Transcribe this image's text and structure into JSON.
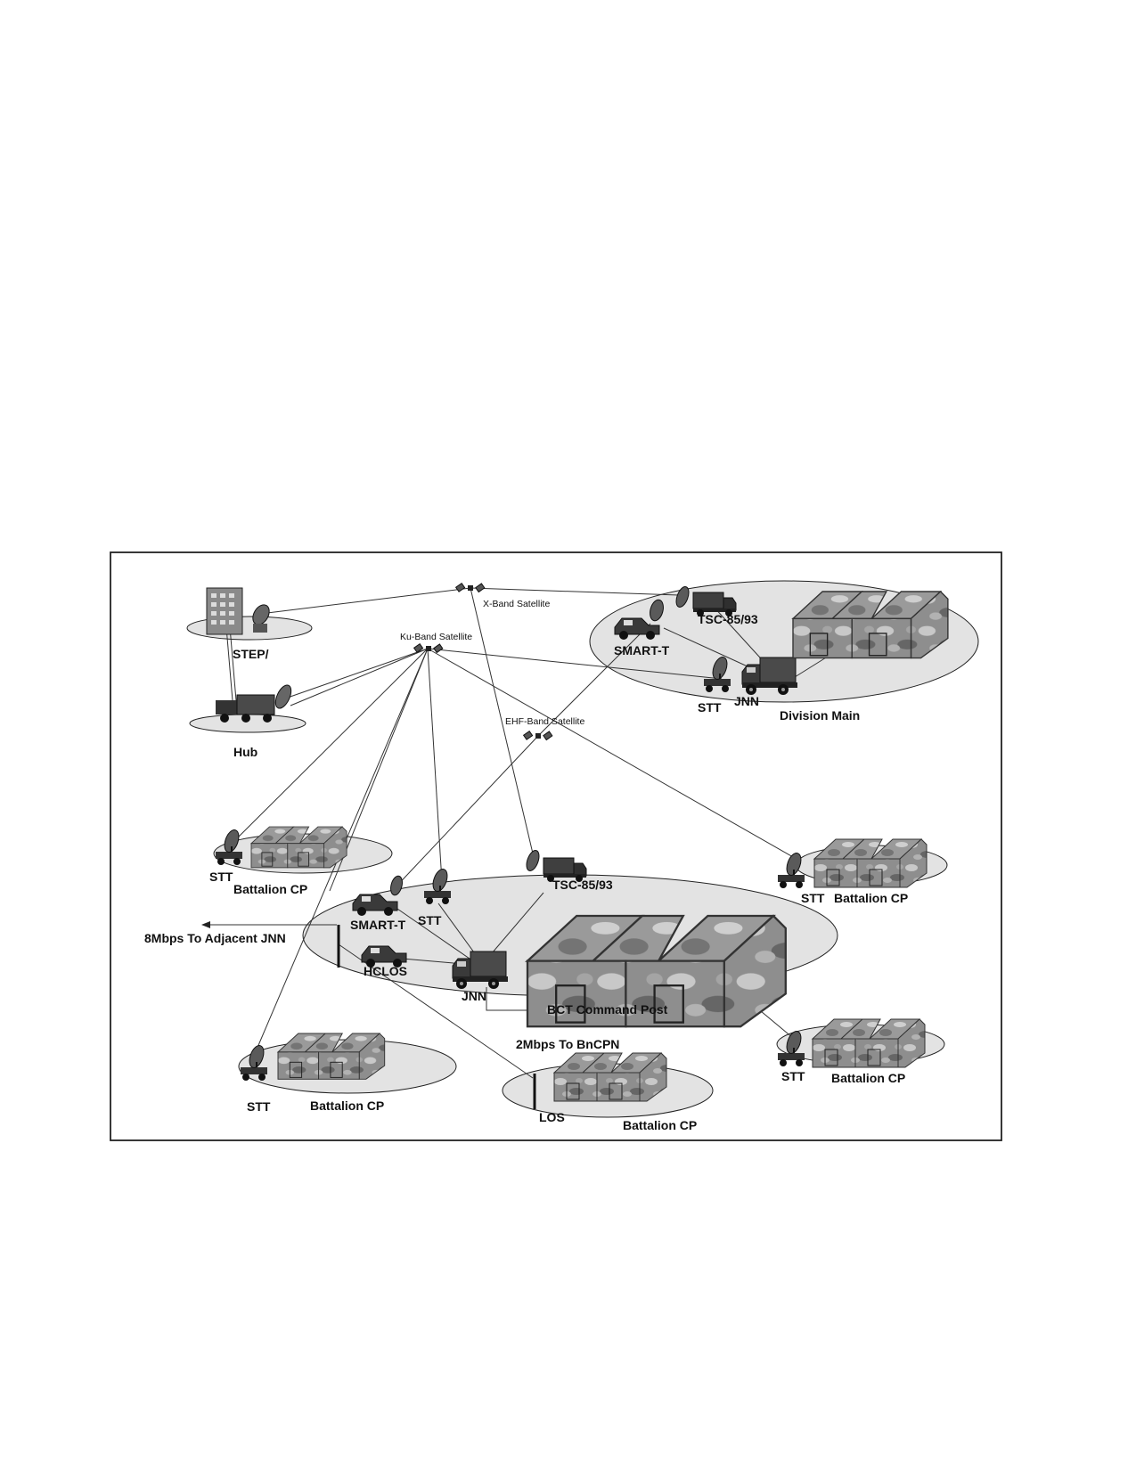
{
  "satellites": {
    "x_band": "X-Band Satellite",
    "ku_band": "Ku-Band Satellite",
    "ehf_band": "EHF-Band Satellite"
  },
  "nodes": {
    "step": "STEP/",
    "hub": "Hub",
    "division_main": "Division Main",
    "smart_t": "SMART-T",
    "tsc": "TSC-85/93",
    "stt": "STT",
    "jnn": "JNN",
    "battalion_cp": "Battalion CP",
    "bct_command_post": "BCT Command Post",
    "hclos": "HCLOS",
    "los": "LOS"
  },
  "links": {
    "adjacent_jnn": "8Mbps To Adjacent JNN",
    "bncpn": "2Mbps To BnCPN"
  }
}
